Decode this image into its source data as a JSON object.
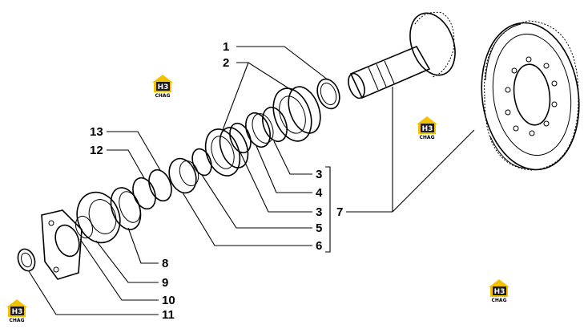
{
  "labels": {
    "l1": "1",
    "l2": "2",
    "l3a": "3",
    "l4": "4",
    "l3b": "3",
    "l5": "5",
    "l6": "6",
    "l7": "7",
    "l8": "8",
    "l9": "9",
    "l10": "10",
    "l11": "11",
    "l12": "12",
    "l13": "13"
  },
  "watermark": {
    "mark": "H3",
    "sub": "CHAG"
  },
  "colors": {
    "watermark_yellow": "#f2c200",
    "watermark_dark": "#1a1a1a",
    "ink": "#000000"
  }
}
